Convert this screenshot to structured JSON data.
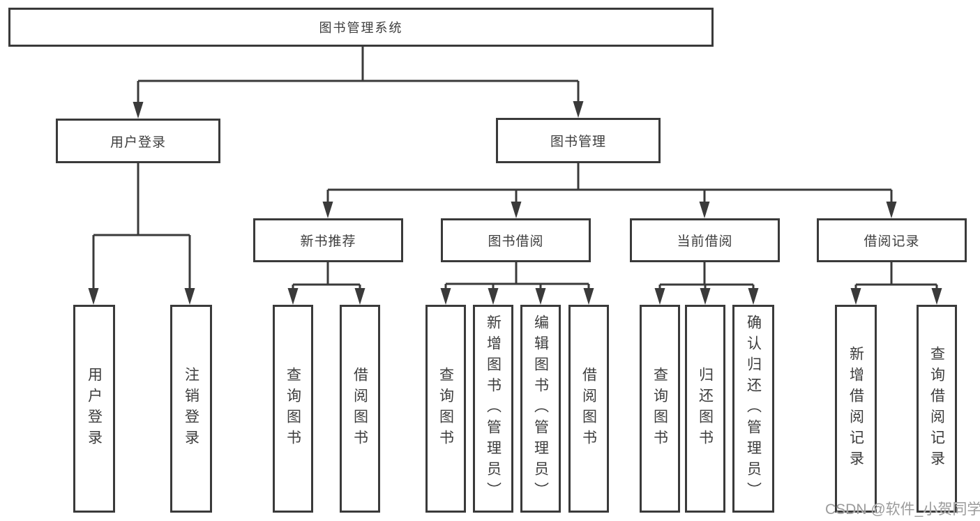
{
  "diagram": {
    "type": "hierarchy-tree",
    "title": "图书管理系统",
    "nodes": {
      "root": {
        "label": "图书管理系统"
      },
      "level2": [
        {
          "label": "用户登录"
        },
        {
          "label": "图书管理"
        }
      ],
      "level3": [
        {
          "label": "新书推荐",
          "parent": "图书管理"
        },
        {
          "label": "图书借阅",
          "parent": "图书管理"
        },
        {
          "label": "当前借阅",
          "parent": "图书管理"
        },
        {
          "label": "借阅记录",
          "parent": "图书管理"
        }
      ],
      "leaves": [
        {
          "label": "用户登录",
          "parent": "用户登录"
        },
        {
          "label": "注销登录",
          "parent": "用户登录"
        },
        {
          "label": "查询图书",
          "parent": "新书推荐"
        },
        {
          "label": "借阅图书",
          "parent": "新书推荐"
        },
        {
          "label": "查询图书",
          "parent": "图书借阅"
        },
        {
          "label": "新增图书（管理员）",
          "parent": "图书借阅"
        },
        {
          "label": "编辑图书（管理员）",
          "parent": "图书借阅"
        },
        {
          "label": "借阅图书",
          "parent": "图书借阅"
        },
        {
          "label": "查询图书",
          "parent": "当前借阅"
        },
        {
          "label": "归还图书",
          "parent": "当前借阅"
        },
        {
          "label": "确认归还（管理员）",
          "parent": "当前借阅"
        },
        {
          "label": "新增借阅记录",
          "parent": "借阅记录"
        },
        {
          "label": "查询借阅记录",
          "parent": "借阅记录"
        }
      ]
    },
    "colors": {
      "line": "#3a3a3a",
      "text": "#3d3d3d",
      "node_background": "#ffffff",
      "page_background": "#ffffff",
      "watermark": "#9b9b9b"
    }
  },
  "watermark": {
    "text": "CSDN @软件_小贺同学"
  }
}
